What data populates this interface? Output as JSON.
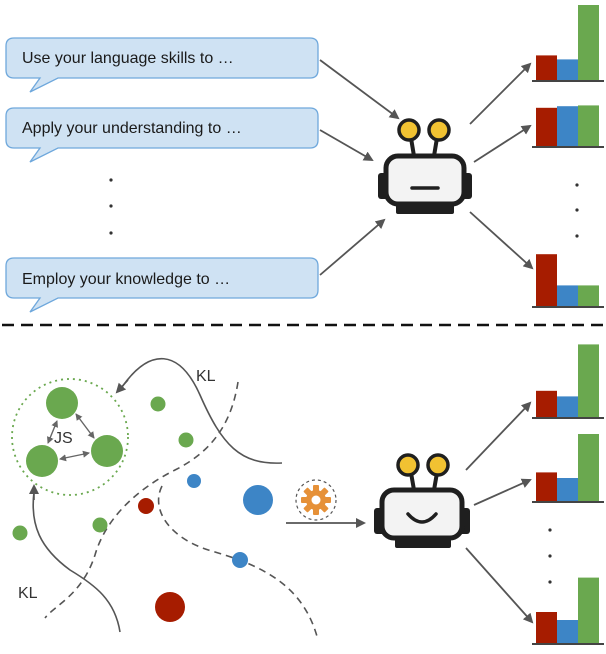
{
  "prompts": [
    {
      "text": "Use your language skills to …"
    },
    {
      "text": "Apply your understanding to …"
    },
    {
      "text": "Employ your knowledge to …"
    }
  ],
  "labels": {
    "kl_top": "KL",
    "kl_bottom": "KL",
    "js": "JS"
  },
  "colors": {
    "bubble_fill": "#cfe2f3",
    "bubble_stroke": "#6fa8dc",
    "bar_red": "#a61c00",
    "bar_blue": "#3d85c6",
    "bar_green": "#6aa84f",
    "robot_dark": "#1f1f1f",
    "robot_face": "#f3f3f3",
    "antenna": "#f1c232",
    "gear": "#e69138"
  },
  "icons": [
    "robot-icon",
    "gear-icon",
    "bar-chart-icon"
  ],
  "distribution_charts": [
    {
      "name": "top-1",
      "values": [
        0.32,
        0.27,
        0.95
      ]
    },
    {
      "name": "top-2",
      "values": [
        0.49,
        0.51,
        0.52
      ]
    },
    {
      "name": "top-3",
      "values": [
        0.66,
        0.27,
        0.27
      ]
    },
    {
      "name": "bottom-1",
      "values": [
        0.34,
        0.27,
        0.92
      ]
    },
    {
      "name": "bottom-2",
      "values": [
        0.37,
        0.3,
        0.85
      ]
    },
    {
      "name": "bottom-3",
      "values": [
        0.4,
        0.3,
        0.83
      ]
    }
  ]
}
